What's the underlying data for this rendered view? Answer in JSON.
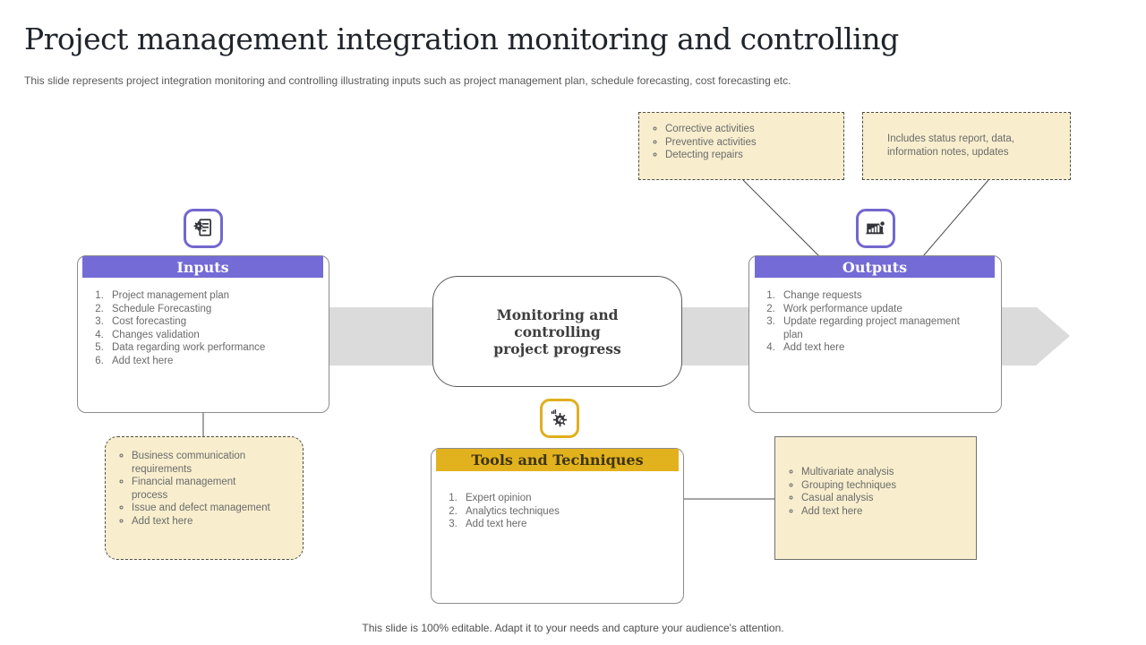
{
  "slide": {
    "title": "Project management integration monitoring and controlling",
    "subtitle": "This slide represents project integration monitoring and controlling illustrating inputs such as project management plan, schedule forecasting, cost forecasting etc.",
    "footer": "This slide is 100% editable. Adapt it to your needs and capture your audience's attention."
  },
  "colors": {
    "purple": "#746BD6",
    "yellow": "#E2B21E",
    "cream": "#F8EECE",
    "arrow-gray": "#DBDBDB"
  },
  "inputs": {
    "header": "Inputs",
    "items": [
      "Project management plan",
      "Schedule Forecasting",
      "Cost forecasting",
      "Changes validation",
      "Data regarding work performance",
      "Add text here"
    ],
    "icon": "clipboard-gear-icon"
  },
  "outputs": {
    "header": "Outputs",
    "items": [
      "Change requests",
      "Work performance update",
      "Update regarding project management\nplan",
      "Add text here"
    ],
    "icon": "report-chart-icon"
  },
  "tools": {
    "header": "Tools and Techniques",
    "items": [
      "Expert opinion",
      "Analytics techniques",
      "Add text here"
    ],
    "icon": "gear-analysis-icon"
  },
  "center": {
    "text": "Monitoring and controlling\nproject progress"
  },
  "callouts": {
    "top_left": {
      "items": [
        "Corrective activities",
        "Preventive activities",
        "Detecting repairs"
      ]
    },
    "top_right": {
      "text": "Includes status report, data,\ninformation notes, updates"
    },
    "bottom_left": {
      "items": [
        "Business communication\nrequirements",
        "Financial management\nprocess",
        "Issue and defect management",
        "Add text here"
      ]
    },
    "bottom_right": {
      "items": [
        "Multivariate analysis",
        "Grouping techniques",
        "Casual analysis",
        "Add text here"
      ]
    }
  }
}
